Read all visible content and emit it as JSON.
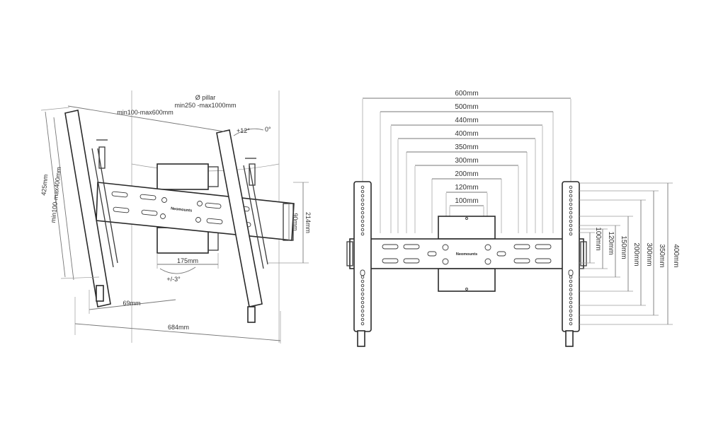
{
  "left_view": {
    "pillar_label_1": "Ø pillar",
    "pillar_label_2": "min250 -max1000mm",
    "width_range": "min100-max600mm",
    "height_425": "425mm",
    "height_range": "min100-max400mm",
    "tilt_up": "+12°",
    "tilt_zero": "0°",
    "depth_214": "214mm",
    "depth_90": "90mm",
    "width_175": "175mm",
    "swivel": "+/-3°",
    "offset_69": "69mm",
    "overall_684": "684mm",
    "logo": "Neomounts"
  },
  "right_view": {
    "widths": [
      "600mm",
      "500mm",
      "440mm",
      "400mm",
      "350mm",
      "300mm",
      "200mm",
      "120mm",
      "100mm"
    ],
    "heights": [
      "100mm",
      "120mm",
      "150mm",
      "200mm",
      "300mm",
      "350mm",
      "400mm"
    ],
    "logo": "Neomounts"
  }
}
